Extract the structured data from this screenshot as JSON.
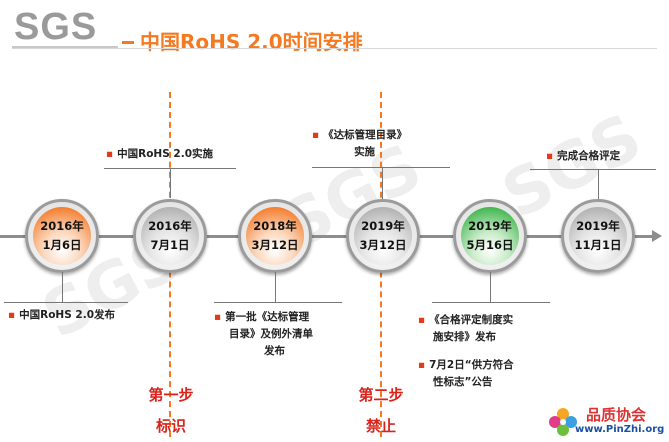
{
  "header": {
    "logo": "SGS",
    "title": "中国RoHS 2.0时间安排"
  },
  "watermark": "SGS",
  "milestones": [
    {
      "year": "2016年",
      "date": "1月6日",
      "color": "orange"
    },
    {
      "year": "2016年",
      "date": "7月1日",
      "color": "grey"
    },
    {
      "year": "2018年",
      "date": "3月12日",
      "color": "orange"
    },
    {
      "year": "2019年",
      "date": "3月12日",
      "color": "grey"
    },
    {
      "year": "2019年",
      "date": "5月16日",
      "color": "green"
    },
    {
      "year": "2019年",
      "date": "11月1日",
      "color": "grey"
    }
  ],
  "callouts": {
    "c1": "中国RoHS 2.0发布",
    "c2": "中国RoHS 2.0实施",
    "c3_line1": "第一批《达标管理",
    "c3_line2": "目录》及例外清单",
    "c3_line3": "发布",
    "c4_line1": "《达标管理目录》",
    "c4_line2": "实施",
    "c5a_line1": "《合格评定制度实",
    "c5a_line2": "施安排》发布",
    "c5b_line1": "7月2日“供方符合",
    "c5b_line2": "性标志”公告",
    "c6": "完成合格评定"
  },
  "steps": {
    "step1_title": "第一步",
    "step1_label": "标识",
    "step2_title": "第二步",
    "step2_label": "禁止"
  },
  "footer": {
    "brand_name": "品质协会",
    "brand_url": "www.PinZhi.org"
  },
  "colors": {
    "accent": "#f47920",
    "step_red": "#d9231c",
    "green": "#3cb44a",
    "logo_grey": "#9a9a9a"
  }
}
